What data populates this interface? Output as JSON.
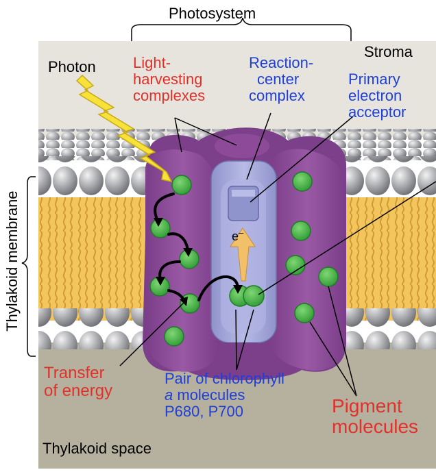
{
  "labels": {
    "photosystem": "Photosystem",
    "stroma": "Stroma",
    "photon": "Photon",
    "light_harvesting": [
      "Light-",
      "harvesting",
      "complexes"
    ],
    "reaction_center": [
      "Reaction-",
      "center",
      "complex"
    ],
    "primary_acceptor": [
      "Primary",
      "electron",
      "acceptor"
    ],
    "thylakoid_membrane": "Thylakoid membrane",
    "electron": "e",
    "electron_charge": "–",
    "transfer_energy": [
      "Transfer",
      "of energy"
    ],
    "chlorophyll_pair": [
      "Pair of chlorophyll",
      "a molecules",
      "P680, P700"
    ],
    "pigment_molecules": [
      "Pigment",
      "molecules"
    ],
    "thylakoid_space": "Thylakoid space"
  },
  "colors": {
    "label_black": "#000000",
    "label_red": "#e0312b",
    "label_blue": "#1f3fd6",
    "stroma_bg": "#e6e4dd",
    "thylakoid_space_bg": "#b6b19e",
    "membrane_tails": "#f3c55d",
    "lipid_heads": "#a8a9ad",
    "complex_purple": "#8f4f9b",
    "reaction_center": "#a9addb",
    "pigment_green": "#53b64d",
    "photon_yellow": "#f7e23a",
    "electron_arrow": "#f3c06a"
  }
}
